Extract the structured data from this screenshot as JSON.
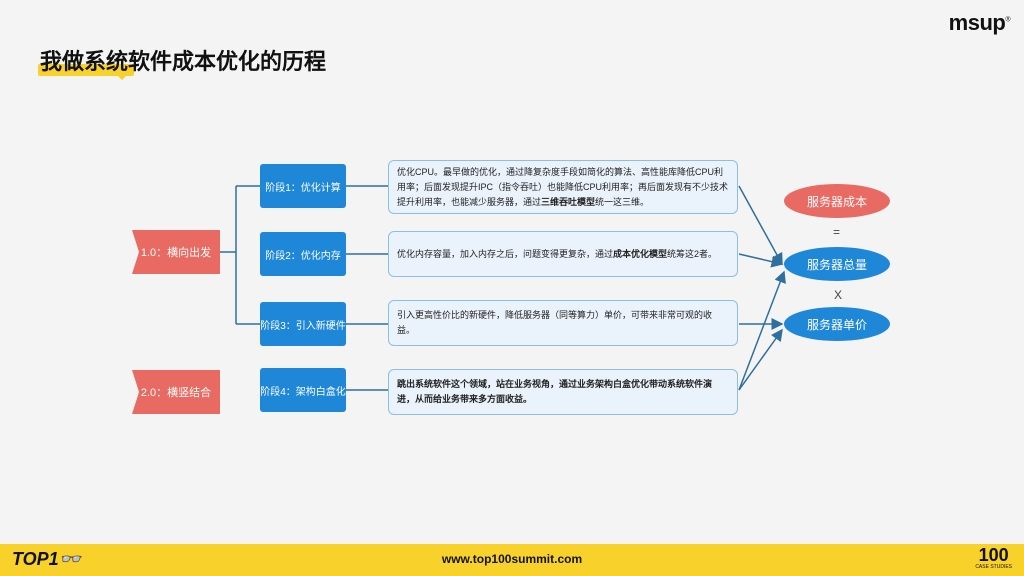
{
  "title": "我做系统软件成本优化的历程",
  "logo": {
    "text": "msup",
    "mark": "®"
  },
  "tags": [
    "1.0：横向出发",
    "2.0：横竖结合"
  ],
  "stages": [
    "阶段1：优化计算",
    "阶段2：优化内存",
    "阶段3：引入新硬件",
    "阶段4：架构白盒化"
  ],
  "descriptions": [
    {
      "pre": "优化CPU。最早做的优化，通过降复杂度手段如简化的算法、高性能库降低CPU利用率；后面发现提升IPC（指令吞吐）也能降低CPU利用率；再后面发现有不少技术提升利用率，也能减少服务器，通过",
      "bold": "三维吞吐模型",
      "post": "统一这三维。"
    },
    {
      "pre": "优化内存容量，加入内存之后，问题变得更复杂，通过",
      "bold": "成本优化模型",
      "post": "统筹这2者。"
    },
    {
      "pre": "引入更高性价比的新硬件，降低服务器（同等算力）单价，可带来非常可观的收益。",
      "bold": "",
      "post": ""
    },
    {
      "pre": "",
      "bold": "跳出系统软件这个领域，站在业务视角，通过业务架构白盒优化带动系统软件演进，从而给业务带来多方面收益。",
      "post": ""
    }
  ],
  "results": {
    "cost": "服务器成本",
    "equals": "=",
    "total": "服务器总量",
    "times": "X",
    "unit_price": "服务器单价"
  },
  "colors": {
    "red": "#e86a63",
    "blue": "#1f87d8",
    "yellow": "#f8d22a"
  },
  "footer": {
    "url": "www.top100summit.com",
    "left_brand": "TOP1👓",
    "right_number": "100",
    "right_caption": "CASE STUDIES"
  }
}
